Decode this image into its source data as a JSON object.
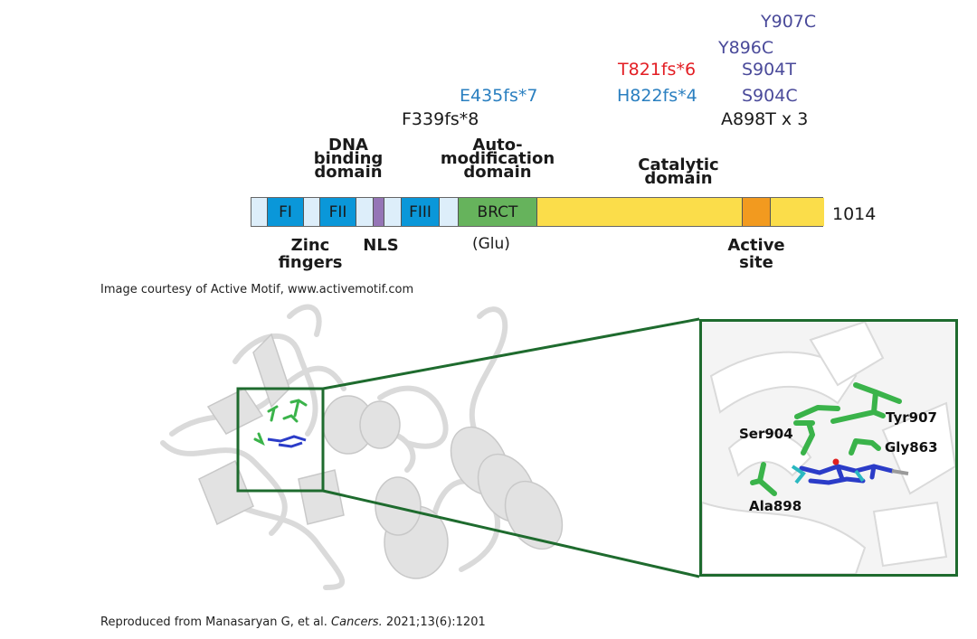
{
  "mutations": [
    {
      "label": "Y907C",
      "color": "#4a4a9a"
    },
    {
      "label": "Y896C",
      "color": "#4a4a9a"
    },
    {
      "label": "T821fs*6",
      "color": "#e31e24"
    },
    {
      "label": "S904T",
      "color": "#4a4a9a"
    },
    {
      "label": "E435fs*7",
      "color": "#2a7fc0"
    },
    {
      "label": "H822fs*4",
      "color": "#2a7fc0"
    },
    {
      "label": "S904C",
      "color": "#4a4a9a"
    },
    {
      "label": "F339fs*8",
      "color": "#1a1a1a"
    },
    {
      "label": "A898T x 3",
      "color": "#1a1a1a"
    }
  ],
  "domains_top": {
    "dna_binding": "DNA\nbinding\ndomain",
    "automodification": "Auto-\nmodification\ndomain",
    "catalytic": "Catalytic\ndomain"
  },
  "bar": {
    "length_label": "1014",
    "segments": [
      {
        "name": "linker",
        "label": "",
        "color": "#ddeefa",
        "start": 0,
        "end": 18
      },
      {
        "name": "FI",
        "label": "FI",
        "color": "#0a97d9",
        "start": 18,
        "end": 58
      },
      {
        "name": "linker",
        "label": "",
        "color": "#ddeefa",
        "start": 58,
        "end": 76
      },
      {
        "name": "FII",
        "label": "FII",
        "color": "#0a97d9",
        "start": 76,
        "end": 116
      },
      {
        "name": "linker",
        "label": "",
        "color": "#ddeefa",
        "start": 116,
        "end": 135
      },
      {
        "name": "NLS",
        "label": "",
        "color": "#9575b6",
        "start": 135,
        "end": 147
      },
      {
        "name": "linker",
        "label": "",
        "color": "#ddeefa",
        "start": 147,
        "end": 166
      },
      {
        "name": "FIII",
        "label": "FIII",
        "color": "#0a97d9",
        "start": 166,
        "end": 208
      },
      {
        "name": "linker",
        "label": "",
        "color": "#ddeefa",
        "start": 208,
        "end": 229
      },
      {
        "name": "BRCT",
        "label": "BRCT",
        "color": "#66b35c",
        "start": 229,
        "end": 316
      },
      {
        "name": "catalytic",
        "label": "",
        "color": "#fbdd4a",
        "start": 316,
        "end": 543
      },
      {
        "name": "active-site",
        "label": "",
        "color": "#f29a1f",
        "start": 543,
        "end": 574
      },
      {
        "name": "catalytic",
        "label": "",
        "color": "#fbdd4a",
        "start": 574,
        "end": 633
      }
    ]
  },
  "domains_bottom": {
    "zinc_fingers": "Zinc\nfingers",
    "nls": "NLS",
    "glu": "(Glu)",
    "active_site": "Active\nsite"
  },
  "caption_top": "Image courtesy of Active Motif, www.activemotif.com",
  "inset_residues": {
    "tyr907": "Tyr907",
    "ser904": "Ser904",
    "gly863": "Gly863",
    "ala898": "Ala898"
  },
  "caption_bottom": {
    "prefix": "Reproduced from Manasaryan G, et al. ",
    "journal": "Cancers.",
    "suffix": " 2021;13(6):1201"
  },
  "colors": {
    "frame_green": "#1e6b2e",
    "residue_green": "#3ab34a",
    "ligand_blue": "#2b3cc8",
    "ligand_cyan": "#2ab8c0"
  }
}
